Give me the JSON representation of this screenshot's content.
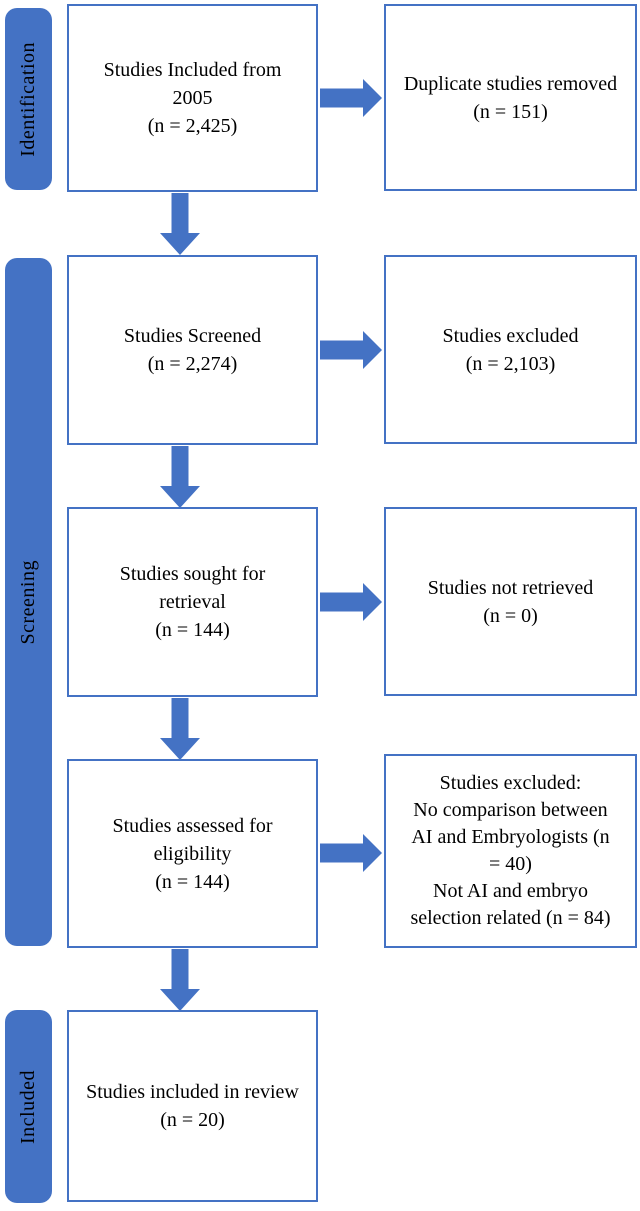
{
  "palette": {
    "blue": "#4472C4",
    "box_border": "#4472C4",
    "text": "#000000",
    "background": "#ffffff"
  },
  "stages": [
    {
      "label": "Identification"
    },
    {
      "label": "Screening"
    },
    {
      "label": "Included"
    }
  ],
  "flow": {
    "main_boxes": [
      {
        "lines": [
          "Studies Included from",
          "2005",
          "(n = 2,425)"
        ]
      },
      {
        "lines": [
          "Studies Screened",
          "(n = 2,274)"
        ]
      },
      {
        "lines": [
          "Studies sought for",
          "retrieval",
          "(n = 144)"
        ]
      },
      {
        "lines": [
          "Studies assessed for",
          "eligibility",
          "(n = 144)"
        ]
      },
      {
        "lines": [
          "Studies included in review",
          "(n = 20)"
        ]
      }
    ],
    "side_boxes": [
      {
        "lines": [
          "Duplicate studies removed",
          "(n = 151)"
        ]
      },
      {
        "lines": [
          "Studies excluded",
          "(n = 2,103)"
        ]
      },
      {
        "lines": [
          "Studies not retrieved",
          "(n = 0)"
        ]
      },
      {
        "lines": [
          "Studies excluded:",
          "No comparison between",
          "AI and Embryologists (n",
          "= 40)",
          "Not AI and embryo",
          "selection related (n = 84)"
        ]
      }
    ]
  }
}
